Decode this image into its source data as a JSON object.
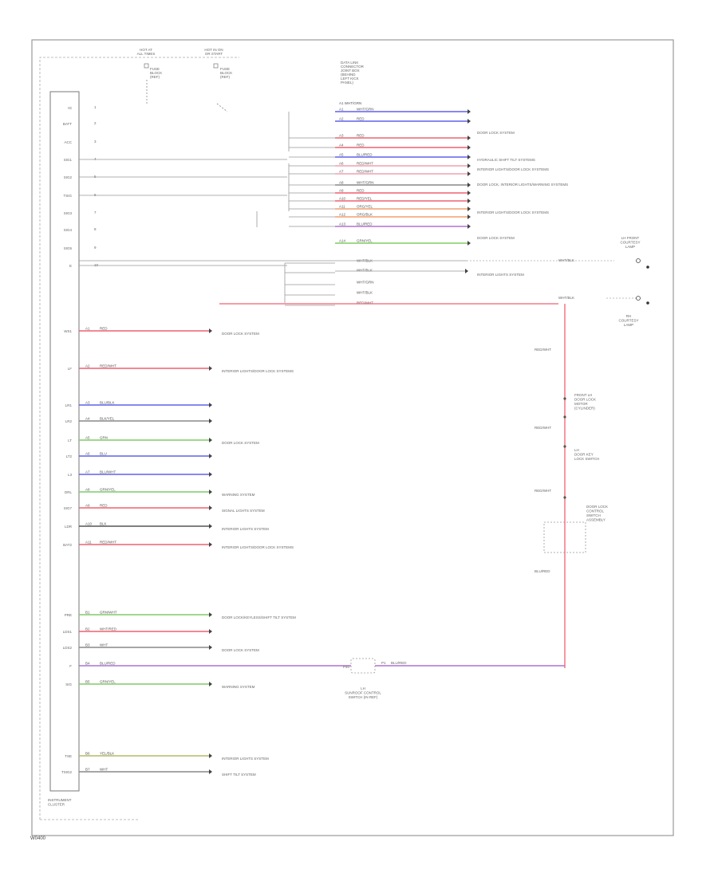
{
  "colors": {
    "red": "#f06070",
    "blue": "#6060ee",
    "green": "#80cc66",
    "gray": "#888888",
    "purple": "#b070d0",
    "orange": "#f0a070",
    "pink": "#f0a0b0",
    "yellow_green": "#b8b860",
    "black": "#555555"
  },
  "header": {
    "fuse_left": [
      "HOT AT",
      "ALL TIMES"
    ],
    "fuse_right": [
      "HOT IN ON",
      "OR START"
    ],
    "fuse_left_sub": [
      "FUSE",
      "BLOCK",
      "(REF)"
    ],
    "fuse_right_sub": [
      "FUSE",
      "BLOCK",
      "(REF)"
    ],
    "connector_block": [
      "DATA LINK",
      "CONNECTOR",
      "JOINT BOX",
      "(BEHIND",
      "LEFT KICK",
      "PANEL)"
    ]
  },
  "module": {
    "name": [
      "INSTRUMENT",
      "CLUSTER"
    ],
    "pins_top": [
      "IG",
      "BATT",
      "ACC",
      "SIG1",
      "SIG2",
      "TSIG",
      "SIG3",
      "SIG4",
      "SIG5",
      "E"
    ],
    "pins_bottom": [
      "WS1",
      "LF",
      "LR1",
      "LR2",
      "LT",
      "LT2",
      "L3",
      "DRL",
      "SIG7",
      "LDR",
      "BAT2",
      "PRE",
      "LDS1",
      "LDS2",
      "F",
      "SIG",
      "TSE",
      "TSIG2"
    ]
  },
  "right_wires": [
    {
      "code": "A1",
      "label": "WHT/GRN",
      "color": "blue"
    },
    {
      "code": "A2",
      "label": "RED",
      "color": "blue"
    },
    {
      "code": "A3",
      "label": "RED",
      "color": "red"
    },
    {
      "code": "A4",
      "label": "RED",
      "color": "red"
    },
    {
      "code": "A5",
      "label": "BLU/RED",
      "color": "blue"
    },
    {
      "code": "A6",
      "label": "RED/WHT",
      "color": "pink"
    },
    {
      "code": "A7",
      "label": "RED/WHT",
      "color": "pink"
    },
    {
      "code": "A8",
      "label": "WHT/GRN",
      "color": "gray"
    },
    {
      "code": "A9",
      "label": "RED",
      "color": "red"
    },
    {
      "code": "A10",
      "label": "RED/YEL",
      "color": "red"
    },
    {
      "code": "A11",
      "label": "ORG/YEL",
      "color": "orange"
    },
    {
      "code": "A12",
      "label": "ORG/BLK",
      "color": "orange"
    },
    {
      "code": "A13",
      "label": "BLU/RED",
      "color": "purple"
    },
    {
      "code": "A14",
      "label": "GRN/YEL",
      "color": "green"
    }
  ],
  "right_descriptions": [
    "DOOR LOCK SYSTEM",
    "HYDRAULIC SHIFT TILT SYSTEMS",
    "INTERIOR LIGHTS/DOOR LOCK SYSTEMS",
    "DOOR LOCK, INTERIOR LIGHTS/WARNING SYSTEMS",
    "INTERIOR LIGHTS/DOOR LOCK SYSTEMS",
    "DOOR LOCK SYSTEM",
    "INTERIOR LIGHTS SYSTEM"
  ],
  "lower_right_labels": [
    "WHT/BLK",
    "WHT/BLK",
    "WHT/GRN",
    "WHT/BLK",
    "RED/WHT"
  ],
  "ground_labels": [
    "WHT/BLK",
    "WHT/BLK"
  ],
  "right_components": {
    "passenger_lamp": [
      "LH FRONT",
      "COURTESY",
      "LAMP"
    ],
    "pillar_lamp": [
      "RH",
      "COURTESY",
      "LAMP"
    ],
    "switch1": [
      "FRONT LH",
      "DOOR LOCK",
      "MOTOR",
      "(CYLINDER)"
    ],
    "switch2": [
      "LH",
      "DOOR KEY",
      "LOCK SWITCH"
    ],
    "switch3": [
      "DOOR LOCK",
      "CONTROL",
      "SWITCH",
      "ASSEMBLY"
    ],
    "node_labels": [
      "RED/WHT",
      "RED/WHT",
      "RED/WHT",
      "BLU/RED"
    ]
  },
  "left_wires": [
    {
      "code": "A1",
      "label": "RED",
      "color": "red",
      "desc": "DOOR LOCK SYSTEM"
    },
    {
      "code": "A2",
      "label": "RED/WHT",
      "color": "red",
      "desc": "INTERIOR LIGHTS/DOOR LOCK SYSTEMS"
    },
    {
      "code": "A3",
      "label": "BLU/BLK",
      "color": "blue",
      "desc": ""
    },
    {
      "code": "A4",
      "label": "BLK/YEL",
      "color": "gray",
      "desc": ""
    },
    {
      "code": "A5",
      "label": "GRN",
      "color": "green",
      "desc": "DOOR LOCK SYSTEM"
    },
    {
      "code": "A6",
      "label": "BLU",
      "color": "blue",
      "desc": ""
    },
    {
      "code": "A7",
      "label": "BLU/WHT",
      "color": "blue",
      "desc": ""
    },
    {
      "code": "A8",
      "label": "GRN/YEL",
      "color": "green",
      "desc": "WARNING SYSTEM"
    },
    {
      "code": "A9",
      "label": "RED",
      "color": "red",
      "desc": "SIGNAL LIGHTS SYSTEM"
    },
    {
      "code": "A10",
      "label": "BLK",
      "color": "black",
      "desc": "INTERIOR LIGHTS SYSTEM"
    },
    {
      "code": "A11",
      "label": "RED/WHT",
      "color": "red",
      "desc": "INTERIOR LIGHTS/DOOR LOCK SYSTEMS"
    },
    {
      "code": "B1",
      "label": "GRN/WHT",
      "color": "green",
      "desc": "DOOR LOCK/KEYLESS/SHIFT TILT SYSTEM"
    },
    {
      "code": "B2",
      "label": "WHT/RED",
      "color": "red",
      "desc": ""
    },
    {
      "code": "B3",
      "label": "WHT",
      "color": "gray",
      "desc": "DOOR LOCK SYSTEM"
    },
    {
      "code": "B4",
      "label": "BLU/RED",
      "color": "purple",
      "desc": ""
    },
    {
      "code": "B5",
      "label": "GRN/YEL",
      "color": "green",
      "desc": "WARNING SYSTEM"
    },
    {
      "code": "B6",
      "label": "YEL/BLK",
      "color": "yellow_green",
      "desc": "INTERIOR LIGHTS SYSTEM"
    },
    {
      "code": "B7",
      "label": "WHT",
      "color": "gray",
      "desc": "SHIFT TILT SYSTEM"
    }
  ],
  "bottom_connector": {
    "left_code": "P40",
    "right_code": "P1",
    "label": [
      "LH",
      "SUNROOF CONTROL",
      "SWITCH (IN REF)"
    ],
    "wire_label": "BLU/RED"
  },
  "purple_left_label": "BLU/RED",
  "footer": "W0400"
}
